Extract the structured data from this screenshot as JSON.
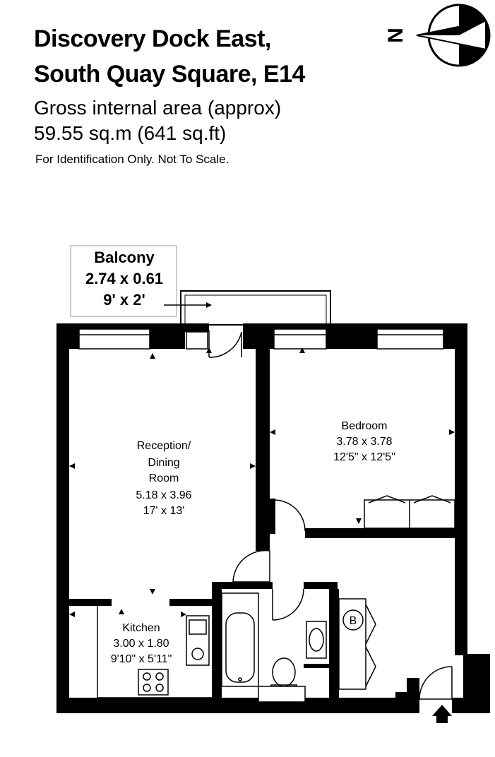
{
  "header": {
    "title_line1": "Discovery Dock East,",
    "title_line2": "South Quay Square, E14",
    "area_label": "Gross internal area (approx)",
    "area_value": "59.55 sq.m (641 sq.ft)",
    "disclaimer": "For Identification Only. Not To Scale."
  },
  "compass": {
    "letter": "N",
    "icon": "north-arrow-compass-icon"
  },
  "rooms": {
    "balcony": {
      "name": "Balcony",
      "metric": "2.74 x 0.61",
      "imperial": "9' x 2'"
    },
    "reception": {
      "name_line1": "Reception/",
      "name_line2": "Dining",
      "name_line3": "Room",
      "metric": "5.18 x 3.96",
      "imperial": "17' x 13'"
    },
    "bedroom": {
      "name": "Bedroom",
      "metric": "3.78 x 3.78",
      "imperial": "12'5\" x 12'5\""
    },
    "kitchen": {
      "name": "Kitchen",
      "metric": "3.00 x 1.80",
      "imperial": "9'10\" x 5'11\""
    },
    "boiler": {
      "label": "B"
    }
  },
  "entrance": {
    "icon": "entrance-arrow-icon"
  },
  "colors": {
    "wall": "#000000",
    "background": "#ffffff"
  }
}
